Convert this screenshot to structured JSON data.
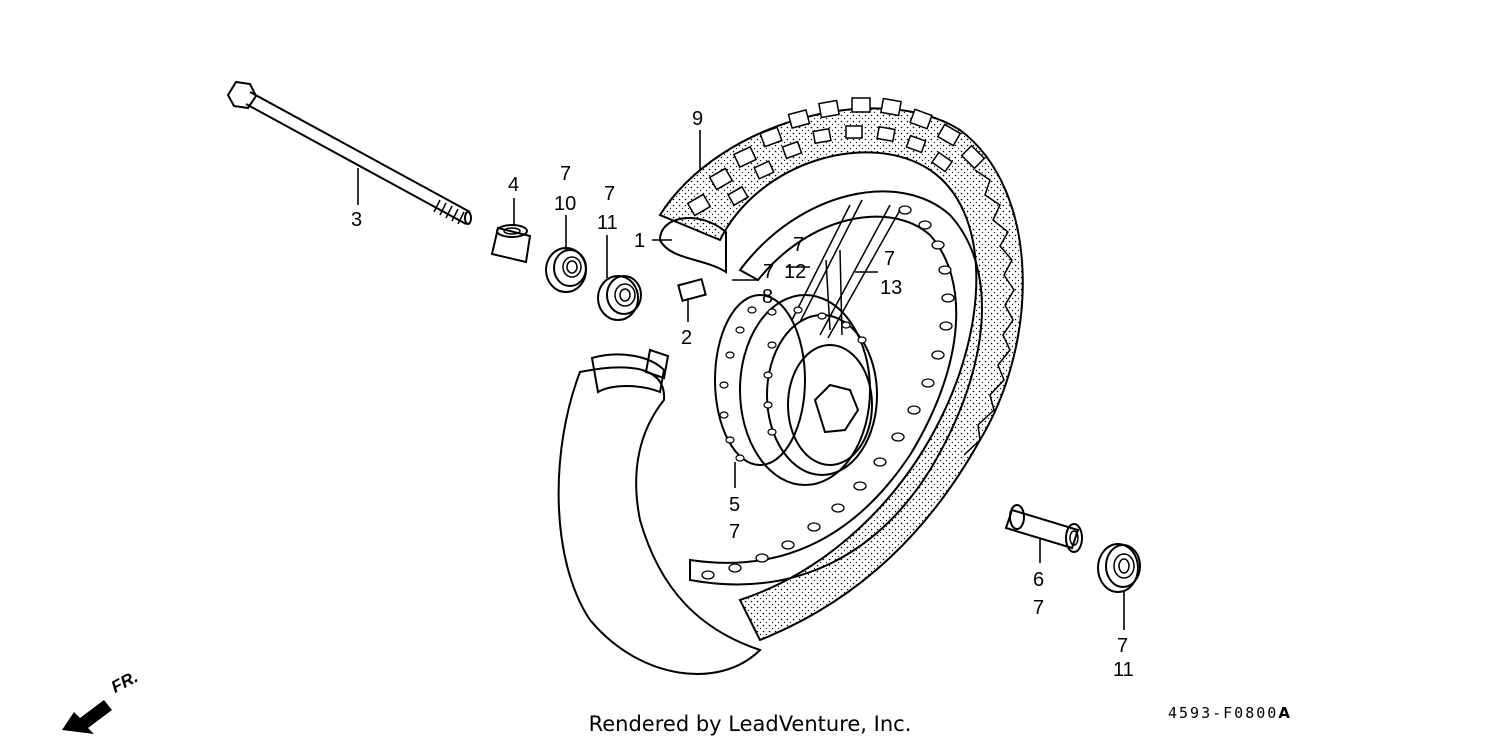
{
  "diagram": {
    "callouts": {
      "c1": "1",
      "c2": "2",
      "c3": "3",
      "c4": "4",
      "c5a": "5",
      "c5b": "7",
      "c6a": "6",
      "c6b": "7",
      "c7_8a": "7",
      "c7_8b": "8",
      "c9": "9",
      "c10a": "7",
      "c10b": "10",
      "c11a": "7",
      "c11b": "11",
      "c11ra": "7",
      "c11rb": "11",
      "c12a": "7",
      "c12b": "12",
      "c13a": "7",
      "c13b": "13"
    },
    "front_marker": "FR.",
    "diagram_code": "4593-F0800",
    "diagram_code_suffix": "A"
  },
  "footer": {
    "credit": "Rendered by LeadVenture, Inc."
  }
}
